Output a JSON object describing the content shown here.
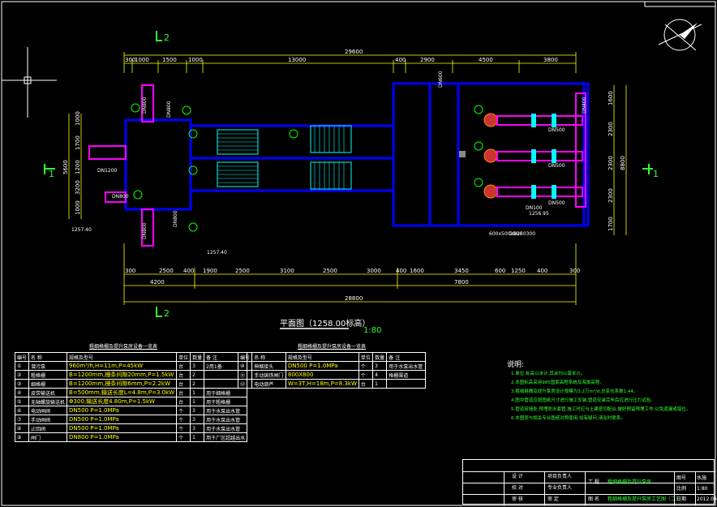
{
  "drawing": {
    "title": "平面图（1258.00标高）",
    "scale": "1:80",
    "section_marks": {
      "top": "2",
      "bottom": "2",
      "left": "1",
      "right": "1"
    },
    "dims_top": [
      "300",
      "1000",
      "1500",
      "1000",
      "13000",
      "400",
      "2900",
      "4500",
      "3800"
    ],
    "dims_top_total": "29600",
    "dims_bottom": [
      "300",
      "2500",
      "400",
      "1900",
      "2500",
      "3100",
      "2500",
      "3000",
      "400",
      "1600",
      "3450",
      "600",
      "1250",
      "400",
      "300"
    ],
    "dims_bottom_mid": [
      "4200",
      "7800"
    ],
    "dims_bottom_total": "28800",
    "dims_left": [
      "1000",
      "1700",
      "1200",
      "3200",
      "1000"
    ],
    "dims_left_total": "5600",
    "dims_right": [
      "1600",
      "2300",
      "2300",
      "2300",
      "1700"
    ],
    "dims_right_total": "8800",
    "pipe_labels": [
      "DN1200",
      "DN800",
      "DN800",
      "DN800",
      "DN800",
      "DN500",
      "DN500",
      "DN500",
      "DN100",
      "DN400",
      "DN800"
    ],
    "elevations": [
      "1257.40",
      "1257.40",
      "1256.95"
    ],
    "misc_labels": [
      "600x500x200",
      "DN250300",
      "DN600"
    ]
  },
  "table1": {
    "title": "粗细格栅及提升泵房设备一览表",
    "headers": [
      "编号",
      "名 称",
      "规格及型号",
      "单位",
      "数量",
      "备 注"
    ],
    "rows": [
      [
        "①",
        "潜污泵",
        "960m³/h,H=11m,P=45kW",
        "台",
        "3",
        "2用1备"
      ],
      [
        "②",
        "粗格栅",
        "B=1200mm,栅条间隙20mm,P=1.5kW",
        "台",
        "2",
        ""
      ],
      [
        "③",
        "细格栅",
        "B=1200mm,栅条间隙6mm,P=2.2kW",
        "台",
        "2",
        ""
      ],
      [
        "④",
        "皮带输送机",
        "B=500mm,输送长度L=4.8m,P=3.0kW",
        "台",
        "1",
        "用于细格栅"
      ],
      [
        "⑤",
        "无轴螺旋输送机",
        "Φ300,输送长度4.80m,P=1.5kW",
        "台",
        "1",
        "用于粗格栅"
      ],
      [
        "⑥",
        "电动闸阀",
        "DN500 P=1.0MPa",
        "个",
        "3",
        "用于水泵出水管"
      ],
      [
        "⑦",
        "手动闸阀",
        "DN500 P=1.0MPa",
        "个",
        "3",
        "用于水泵出水管"
      ],
      [
        "⑧",
        "止回阀",
        "DN500 P=1.0MPa",
        "个",
        "3",
        "用于水泵出水管"
      ],
      [
        "⑨",
        "闸门",
        "DN800 P=1.0MPa",
        "个",
        "1",
        "用于厂区超越出水"
      ]
    ]
  },
  "table2": {
    "title": "粗细格栅及提升泵房设备一览表",
    "headers": [
      "编号",
      "名 称",
      "规格及型号",
      "单位",
      "数量",
      "备 注"
    ],
    "rows": [
      [
        "⑩",
        "伸缩接头",
        "DN500 P=1.0MPa",
        "个",
        "3",
        "用于水泵出水管"
      ],
      [
        "⑪",
        "手动铸铁闸门",
        "800X800",
        "个",
        "4",
        "格栅渠道"
      ],
      [
        "⑫",
        "电动葫芦",
        "W=3T,H=18m,P=8.3kW",
        "台",
        "1",
        ""
      ]
    ]
  },
  "notes": {
    "heading": "说明:",
    "items": [
      "1.单位:标高以米计,其余均以毫米计。",
      "2.本图标高采用985国家高程系统及海拔高程。",
      "3.粗细格栅及提升泵房设计规模为3.2万m³/d,总变化系数1.44。",
      "4.图中管道应按图纸尺寸进行施工安装,管道安装完毕后应进行压力试验。",
      "5.管道穿墙处,预埋防水套管,施工时应与土建密切配合,做好预留预埋工作,以免遗漏或错位。",
      "6.本图须与相关专业图纸对照使用,如有疑问,请及时联系。"
    ]
  },
  "titleblock": {
    "labels_left": [
      "设 计",
      "校 对",
      "审 核"
    ],
    "labels_mid": [
      "项目负责人",
      "专业负责人",
      "审 定"
    ],
    "project_label": "工 程",
    "project": "粗细格栅及提升泵房",
    "drawing_label": "图 名",
    "drawing_name": "粗细格栅及提升泵房工艺图（二）",
    "fields": [
      "图号",
      "比例",
      "日期"
    ],
    "values": [
      "水施",
      "1:80",
      "2012.06"
    ]
  },
  "colors": {
    "background": "#000000",
    "structure": "#0000ff",
    "dimension": "#ffff00",
    "pipe": "#ff00ff",
    "equipment": "#00ff00",
    "section": "#33ff33"
  }
}
